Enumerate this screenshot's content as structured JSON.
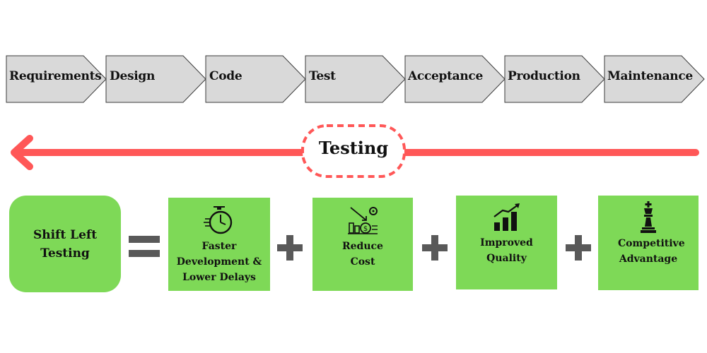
{
  "stages": [
    "Requirements",
    "Design",
    "Code",
    "Test",
    "Acceptance",
    "Production",
    "Maintenance"
  ],
  "testing_label": "Testing",
  "equation": {
    "subject": "Shift Left Testing",
    "equals": "=",
    "plus": "+",
    "benefits": [
      {
        "label": "Faster Development & Lower Delays",
        "icon": "stopwatch-icon"
      },
      {
        "label": "Reduce Cost",
        "icon": "cost-reduction-icon"
      },
      {
        "label": "Improved Quality",
        "icon": "growth-chart-icon"
      },
      {
        "label": "Competitive Advantage",
        "icon": "chess-king-icon"
      }
    ]
  },
  "colors": {
    "stage_fill": "#d9d9d9",
    "stage_stroke": "#3a3a3a",
    "arrow": "#ff5757",
    "benefit_fill": "#7ed957",
    "operator": "#595959"
  }
}
